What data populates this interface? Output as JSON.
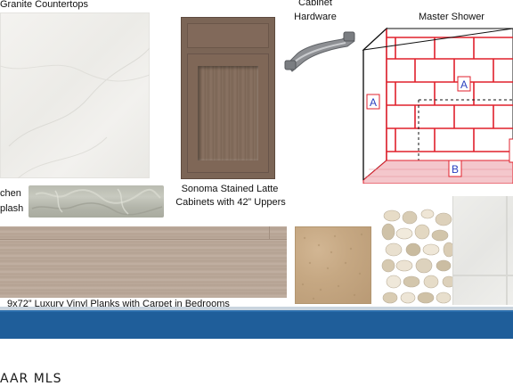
{
  "labels": {
    "countertops": "Granite Countertops",
    "hardware_line1": "Cabinet",
    "hardware_line2": "Hardware",
    "shower": "Master Shower",
    "backsplash_line1": "chen",
    "backsplash_line2": "plash",
    "cabinets_line1": "Sonoma Stained Latte",
    "cabinets_line2": "Cabinets with 42” Uppers",
    "flooring": "9x72” Luxury Vinyl Planks with Carpet in Bedrooms"
  },
  "shower_diagram": {
    "marker_wall_left": "A",
    "marker_wall_back": "A",
    "marker_floor": "B"
  },
  "colors": {
    "tile_grout_red": "#e0202c",
    "marker_blue": "#2a3fbf",
    "band_blue": "#1f5e9a"
  },
  "watermark": "AAR MLS"
}
